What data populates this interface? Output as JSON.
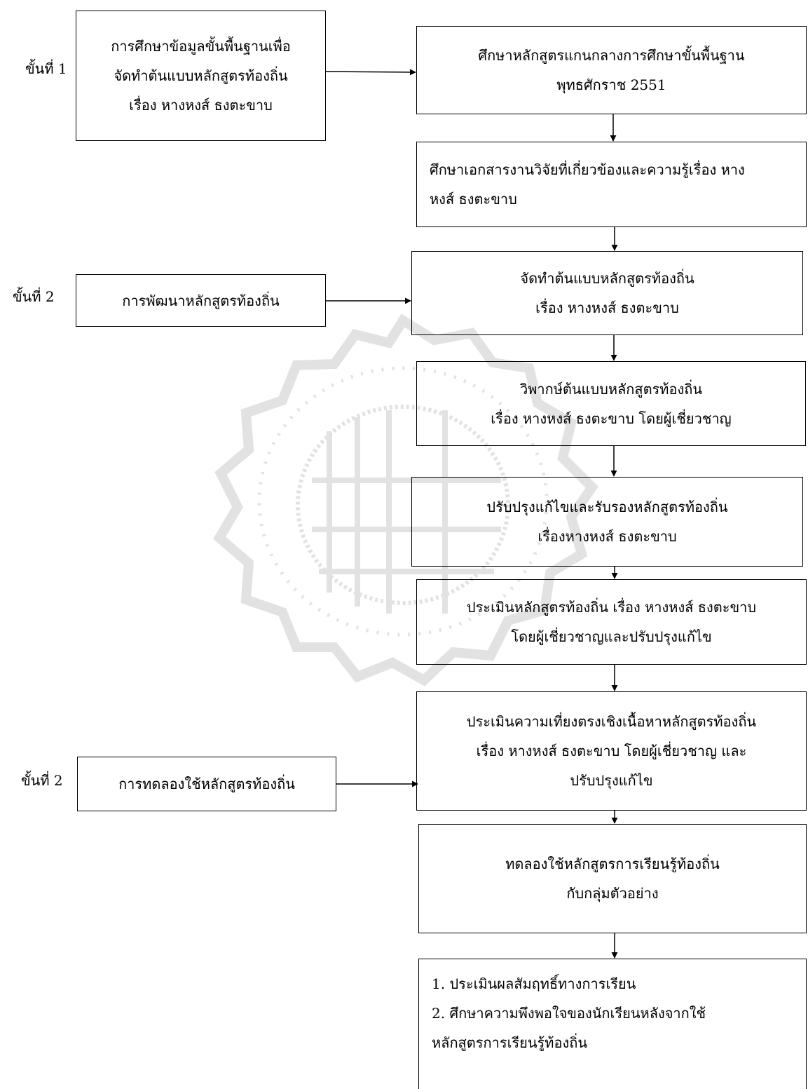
{
  "colors": {
    "line": "#000000",
    "watermark": "#9a9a9a"
  },
  "steps": [
    {
      "label": "ขั้นที่ 1"
    },
    {
      "label": "ขั้นที่ 2"
    },
    {
      "label": "ขั้นที่ 2"
    }
  ],
  "left_boxes": [
    {
      "text": "การศึกษาข้อมูลขั้นพื้นฐานเพื่อ\nจัดทำต้นแบบหลักสูตรท้องถิ่น\nเรื่อง หางหงส์ ธงตะขาบ"
    },
    {
      "text": "การพัฒนาหลักสูตรท้องถิ่น"
    },
    {
      "text": "การทดลองใช้หลักสูตรท้องถิ่น"
    }
  ],
  "flow_boxes": [
    {
      "text": "ศึกษาหลักสูตรแกนกลางการศึกษาขั้นพื้นฐาน\nพุทธศักราช 2551"
    },
    {
      "text": "ศึกษาเอกสารงานวิจัยที่เกี่ยวข้องและความรู้เรื่อง หาง\nหงส์ ธงตะขาบ"
    },
    {
      "text": "จัดทำต้นแบบหลักสูตรท้องถิ่น\nเรื่อง หางหงส์ ธงตะขาบ"
    },
    {
      "text": "วิพากษ์ต้นแบบหลักสูตรท้องถิ่น\nเรื่อง หางหงส์ ธงตะขาบ โดยผู้เชี่ยวชาญ"
    },
    {
      "text": "ปรับปรุงแก้ไขและรับรองหลักสูตรท้องถิ่น\nเรื่องหางหงส์ ธงตะขาบ"
    },
    {
      "text": "ประเมินหลักสูตรท้องถิ่น เรื่อง หางหงส์ ธงตะขาบ\nโดยผู้เชี่ยวชาญและปรับปรุงแก้ไข"
    },
    {
      "text": "ประเมินความเที่ยงตรงเชิงเนื้อหาหลักสูตรท้องถิ่น\nเรื่อง หางหงส์ ธงตะขาบ โดยผู้เชี่ยวชาญ และ\nปรับปรุงแก้ไข"
    },
    {
      "text": "ทดลองใช้หลักสูตรการเรียนรู้ท้องถิ่น\nกับกลุ่มตัวอย่าง"
    },
    {
      "text": "1. ประเมินผลสัมฤทธิ์ทางการเรียน\n2. ศึกษาความพึงพอใจของนักเรียนหลังจากใช้\nหลักสูตรการเรียนรู้ท้องถิ่น"
    }
  ]
}
